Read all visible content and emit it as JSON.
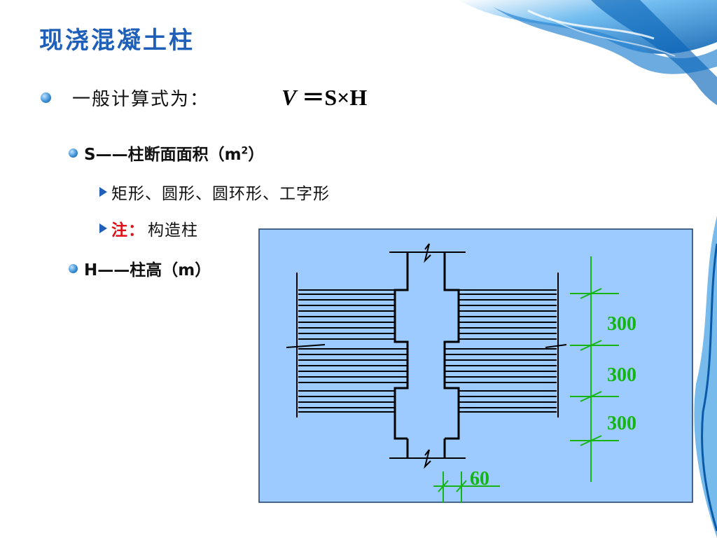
{
  "title": "现浇混凝土柱",
  "formula": {
    "label": "一般计算式为：",
    "lhs": "V",
    "rhs": "＝S×H"
  },
  "items": [
    {
      "prefix": "S——柱断面面积（m",
      "sup": "2",
      "suffix": "）"
    },
    {
      "text": "矩形、圆形、圆环形、工字形"
    },
    {
      "note_label": "注：",
      "note_text": "构造柱"
    },
    {
      "text": "H——柱高（m）"
    }
  ],
  "diagram": {
    "dimensions": [
      "300",
      "300",
      "300"
    ],
    "width_dim": "60",
    "colors": {
      "panel": "#9ecbff",
      "dim": "#15b515",
      "line": "#000000"
    }
  }
}
